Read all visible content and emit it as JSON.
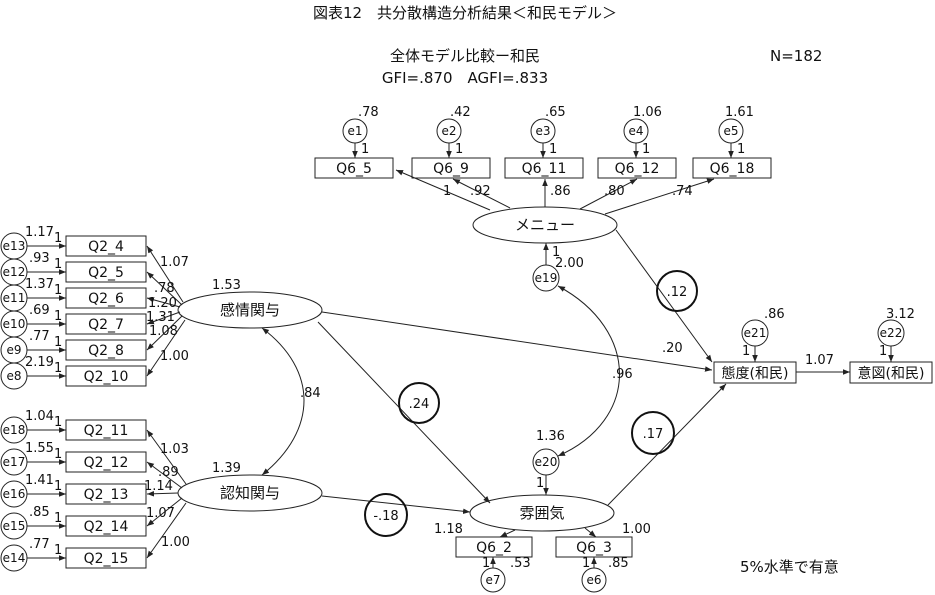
{
  "title": "図表12　共分散構造分析結果＜和民モデル＞",
  "model_name": "全体モデル比較ー和民",
  "fit": "GFI=.870　AGFI=.833",
  "n": "N=182",
  "note": "5%水準で有意",
  "latent": {
    "menu": "メニュー",
    "kanjo": "感情関与",
    "ninchi": "認知関与",
    "fun": "雰囲気",
    "taido": "態度(和民)",
    "ito": "意図(和民)"
  },
  "menu_items": [
    {
      "label": "Q6_5",
      "err": "e1",
      "var": ".78",
      "one": "1",
      "load": "1"
    },
    {
      "label": "Q6_9",
      "err": "e2",
      "var": ".42",
      "one": "1",
      "load": ".92"
    },
    {
      "label": "Q6_11",
      "err": "e3",
      "var": ".65",
      "one": "1",
      "load": ".86"
    },
    {
      "label": "Q6_12",
      "err": "e4",
      "var": "1.06",
      "one": "1",
      "load": ".80"
    },
    {
      "label": "Q6_18",
      "err": "e5",
      "var": "1.61",
      "one": "1",
      "load": ".74"
    }
  ],
  "kanjo_items": [
    {
      "label": "Q2_4",
      "err": "e13",
      "var": "1.17",
      "one": "1",
      "load": "1.07"
    },
    {
      "label": "Q2_5",
      "err": "e12",
      "var": ".93",
      "one": "1",
      "load": ".78"
    },
    {
      "label": "Q2_6",
      "err": "e11",
      "var": "1.37",
      "one": "1",
      "load": "1.20"
    },
    {
      "label": "Q2_7",
      "err": "e10",
      "var": ".69",
      "one": "1",
      "load": "1.31"
    },
    {
      "label": "Q2_8",
      "err": "e9",
      "var": ".77",
      "one": "1",
      "load": "1.08"
    },
    {
      "label": "Q2_10",
      "err": "e8",
      "var": "2.19",
      "one": "1",
      "load": "1.00"
    }
  ],
  "ninchi_items": [
    {
      "label": "Q2_11",
      "err": "e18",
      "var": "1.04",
      "one": "1",
      "load": "1.03"
    },
    {
      "label": "Q2_12",
      "err": "e17",
      "var": "1.55",
      "one": "1",
      "load": ".89"
    },
    {
      "label": "Q2_13",
      "err": "e16",
      "var": "1.41",
      "one": "1",
      "load": "1.14"
    },
    {
      "label": "Q2_14",
      "err": "e15",
      "var": ".85",
      "one": "1",
      "load": "1.07"
    },
    {
      "label": "Q2_15",
      "err": "e14",
      "var": ".77",
      "one": "1",
      "load": "1.00"
    }
  ],
  "fun_items": [
    {
      "label": "Q6_2",
      "err": "e7",
      "var": ".53",
      "one": "1",
      "load": "1.18"
    },
    {
      "label": "Q6_3",
      "err": "e6",
      "var": ".85",
      "one": "1",
      "load": "1.00"
    }
  ],
  "disturbance": {
    "e19": {
      "name": "e19",
      "one": "1",
      "var": "2.00"
    },
    "e20": {
      "name": "e20",
      "one": "1",
      "var": "1.36"
    },
    "e21": {
      "name": "e21",
      "one": "1",
      "var": ".86"
    },
    "e22": {
      "name": "e22",
      "one": "1",
      "var": "3.12"
    }
  },
  "var_kanjo": "1.53",
  "var_ninchi": "1.39",
  "paths": {
    "cov_kanjo_ninchi": ".84",
    "cov_e19_e20": ".96",
    "menu_taido": ".12",
    "kanjo_taido": ".20",
    "kanjo_fun": ".24",
    "ninchi_fun": "-.18",
    "fun_taido": ".17",
    "taido_ito": "1.07"
  }
}
